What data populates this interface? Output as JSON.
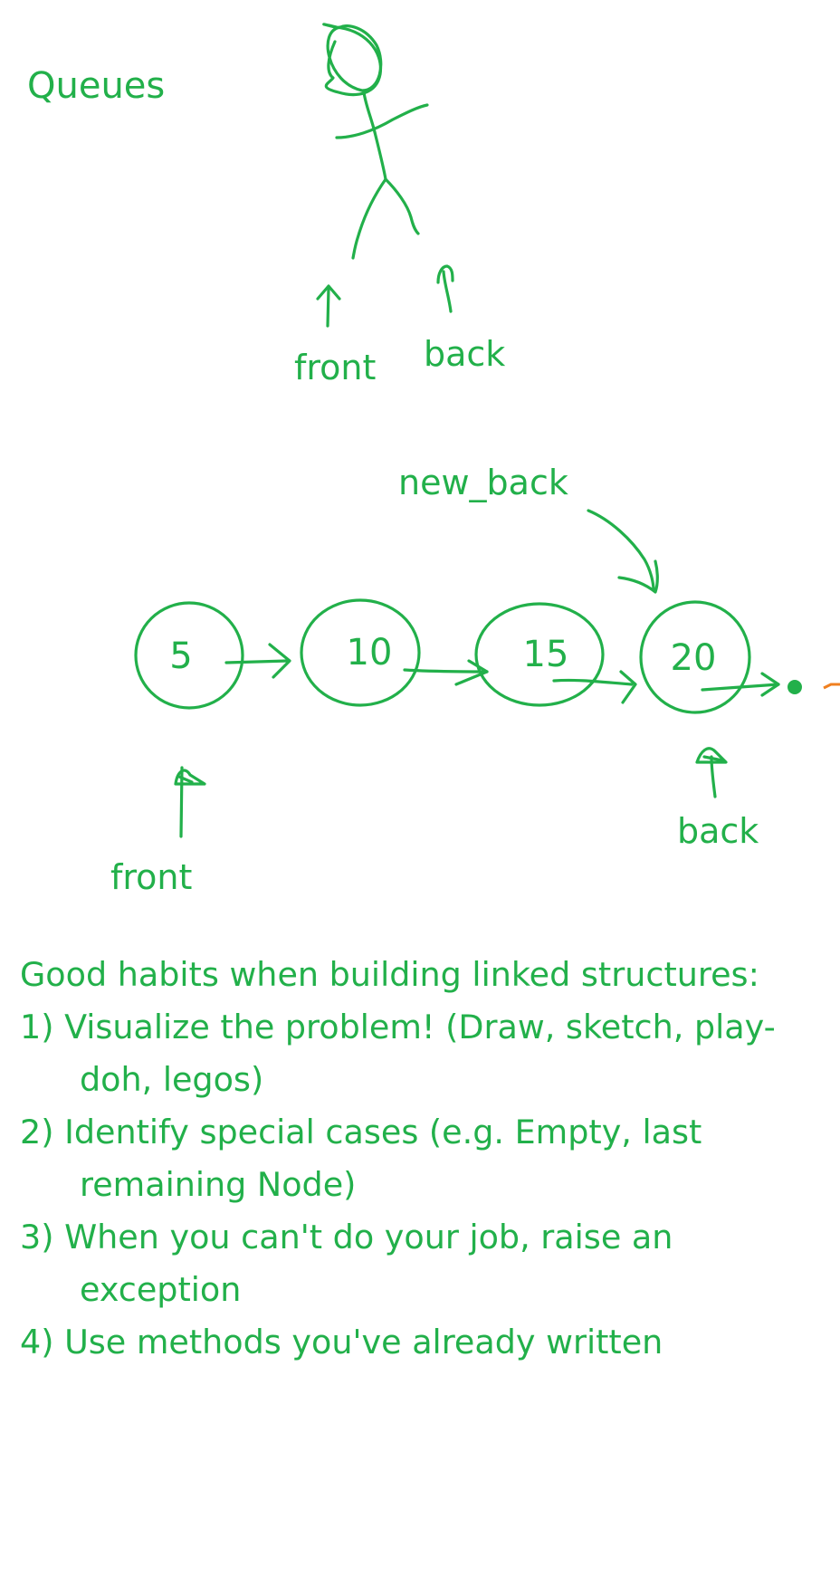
{
  "title": "Queues",
  "figure_top": {
    "front_label": "front",
    "back_label": "back"
  },
  "linked_list": {
    "nodes": [
      {
        "value": "5"
      },
      {
        "value": "10"
      },
      {
        "value": "15"
      },
      {
        "value": "20"
      }
    ],
    "new_back_label": "new_back",
    "front_label": "front",
    "back_label": "back"
  },
  "habits": {
    "heading": "Good habits when building linked structures:",
    "items": [
      "1) Visualize the problem! (Draw, sketch, play-doh, legos)",
      "2) Identify special cases (e.g. Empty, last remaining Node)",
      "3) When you can't do your job, raise an exception",
      "4) Use methods you've already written"
    ]
  },
  "colors": {
    "ink": "#22b04a",
    "accent": "#f08020",
    "background": "#ffffff"
  }
}
